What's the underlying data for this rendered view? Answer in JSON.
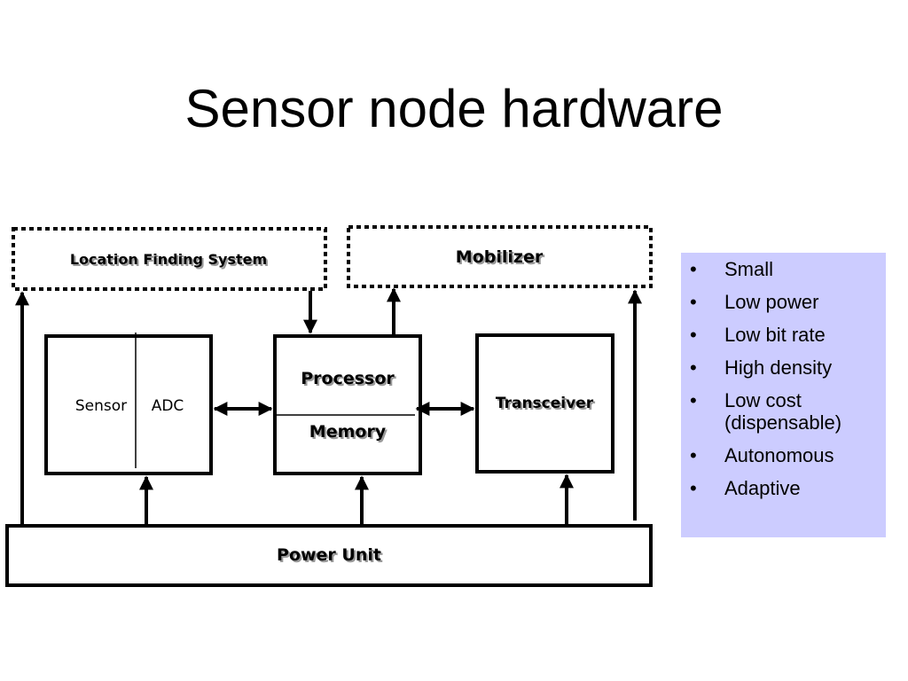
{
  "title": "Sensor node hardware",
  "diagram": {
    "location_finding": "Location Finding System",
    "mobilizer": "Mobilizer",
    "sensor": "Sensor",
    "adc": "ADC",
    "processor": "Processor",
    "memory": "Memory",
    "transceiver": "Transceiver",
    "power_unit": "Power Unit"
  },
  "bullets": {
    "marker": "•",
    "items": [
      "Small",
      "Low power",
      "Low bit rate",
      "High density",
      "Low cost (dispensable)",
      "Autonomous",
      "Adaptive"
    ]
  },
  "colors": {
    "panel_background": "#ccccff",
    "lines": "#000000"
  }
}
